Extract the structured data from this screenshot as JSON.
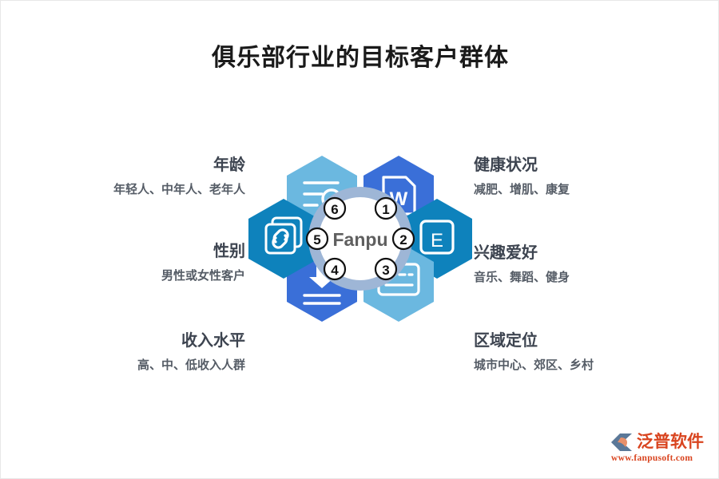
{
  "page": {
    "title": "俱乐部行业的目标客户群体",
    "background_color": "#ffffff"
  },
  "center": {
    "label": "Fanpu",
    "ring_color": "#9eb6d6",
    "label_color": "#5f5f5f"
  },
  "segments": [
    {
      "number": "1",
      "position": "top-right",
      "icon": "word-document-icon",
      "color": "#3a6fd8"
    },
    {
      "number": "2",
      "position": "right",
      "icon": "excel-e-icon",
      "color": "#0e82bc"
    },
    {
      "number": "3",
      "position": "bottom-right",
      "icon": "form-card-icon",
      "color": "#6bb8e0"
    },
    {
      "number": "4",
      "position": "bottom-left",
      "icon": "download-icon",
      "color": "#3a6fd8"
    },
    {
      "number": "5",
      "position": "left",
      "icon": "link-copy-icon",
      "color": "#0e82bc"
    },
    {
      "number": "6",
      "position": "top-left",
      "icon": "list-search-icon",
      "color": "#6bb8e0"
    }
  ],
  "left_items": [
    {
      "title": "年龄",
      "desc": "年轻人、中年人、老年人"
    },
    {
      "title": "性别",
      "desc": "男性或女性客户"
    },
    {
      "title": "收入水平",
      "desc": "高、中、低收入人群"
    }
  ],
  "right_items": [
    {
      "title": "健康状况",
      "desc": "减肥、增肌、康复"
    },
    {
      "title": "兴趣爱好",
      "desc": "音乐、舞蹈、健身"
    },
    {
      "title": "区域定位",
      "desc": "城市中心、郊区、乡村"
    }
  ],
  "logo": {
    "name": "泛普软件",
    "url": "www.fanpusoft.com",
    "text_color": "#d9441f",
    "mark_colors": [
      "#5b7898",
      "#e8906a"
    ]
  }
}
